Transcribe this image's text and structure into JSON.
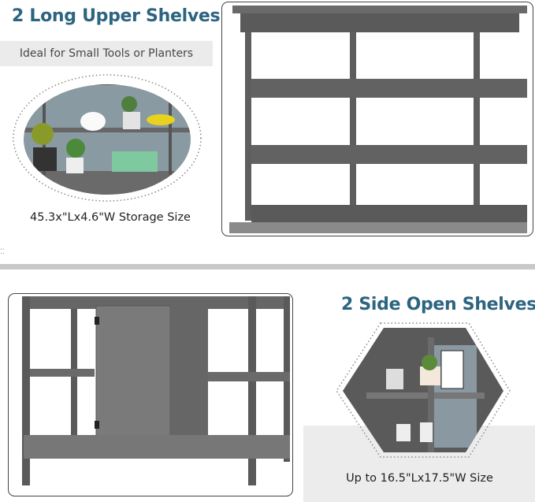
{
  "upper": {
    "title": "2 Long Upper Shelves",
    "subtitle": "Ideal for Small Tools or Planters",
    "caption": "45.3x\"Lx4.6\"W Storage Size"
  },
  "side": {
    "title": "2 Side Open Shelves",
    "caption": "Up to 16.5\"Lx17.5\"W Size"
  },
  "colors": {
    "accent": "#2d6480",
    "wood": "#5e5e5e",
    "band": "#ebebeb"
  }
}
